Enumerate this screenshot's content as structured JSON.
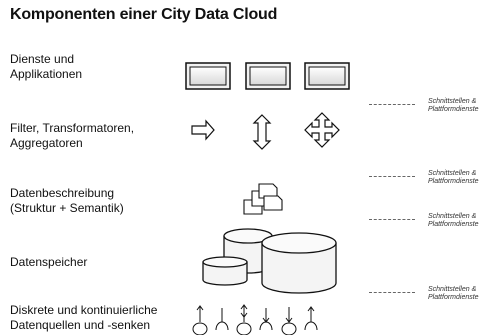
{
  "title": "Komponenten einer City Data Cloud",
  "layers": [
    {
      "label_line1": "Dienste und",
      "label_line2": "Applikationen"
    },
    {
      "label_line1": "Filter, Transformatoren,",
      "label_line2": "Aggregatoren"
    },
    {
      "label_line1": "Datenbeschreibung",
      "label_line2": "(Struktur + Semantik)"
    },
    {
      "label_line1": "Datenspeicher",
      "label_line2": ""
    },
    {
      "label_line1": "Diskrete und kontinuierliche",
      "label_line2": "Datenquellen und -senken"
    }
  ],
  "interfaces": [
    {
      "line1": "Schnittstellen &",
      "line2": "Plattformdienste"
    },
    {
      "line1": "Schnittstellen &",
      "line2": "Plattformdienste"
    },
    {
      "line1": "Schnittstellen &",
      "line2": "Plattformdienste"
    },
    {
      "line1": "Schnittstellen &",
      "line2": "Plattformdienste"
    }
  ],
  "icons": {
    "services": "window-icon",
    "filters": "arrow-shape-icon",
    "description": "document-stack-icon",
    "storage": "database-cylinder-icon",
    "sources": "sensor-node-icon"
  }
}
